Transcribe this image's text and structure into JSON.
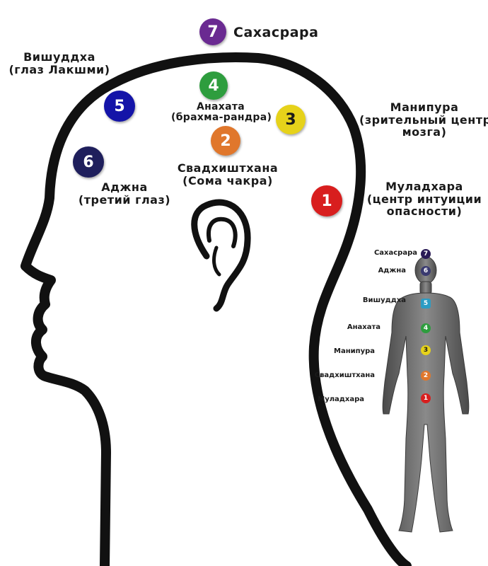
{
  "colors": {
    "c1": "#d81e1e",
    "c2": "#e0772c",
    "c3": "#e6d21a",
    "c4": "#2e9d3e",
    "c5": "#1414a8",
    "c6": "#1f1f5c",
    "c7": "#6a2a91"
  },
  "main_chakras": {
    "c7": {
      "num": "7",
      "line1": "Сахасрара"
    },
    "c4": {
      "num": "4",
      "line1": "Анахата",
      "line2": "(брахма-рандра)"
    },
    "c2": {
      "num": "2",
      "line1": "Свадхиштхана",
      "line2": "(Сома чакра)"
    },
    "c3": {
      "num": "3",
      "line1": "Манипура",
      "line2": "(зрительный центр",
      "line3": "мозга)"
    },
    "c1": {
      "num": "1",
      "line1": "Муладхара",
      "line2": "(центр интуиции",
      "line3": "опасности)"
    },
    "c5": {
      "num": "5",
      "line1": "Вишуддха",
      "line2": "(глаз Лакшми)"
    },
    "c6": {
      "num": "6",
      "line1": "Аджна",
      "line2": "(третий глаз)"
    }
  },
  "body_chakras": {
    "c7": {
      "num": "7",
      "label": "Сахасрара"
    },
    "c6": {
      "num": "6",
      "label": "Аджна"
    },
    "c5": {
      "num": "5",
      "label": "Вишуддха"
    },
    "c4": {
      "num": "4",
      "label": "Анахата"
    },
    "c3": {
      "num": "3",
      "label": "Манипура"
    },
    "c2": {
      "num": "2",
      "label": "Свадхиштхана"
    },
    "c1": {
      "num": "1",
      "label": "Муладхара"
    }
  }
}
